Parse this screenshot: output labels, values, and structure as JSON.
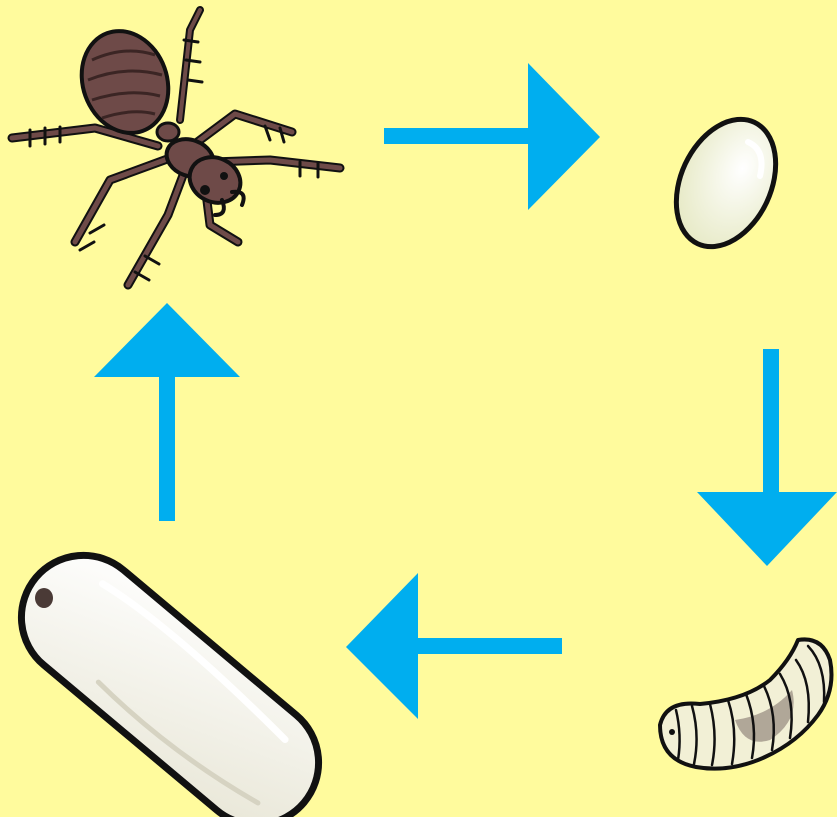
{
  "diagram": {
    "type": "life-cycle",
    "stages": [
      {
        "id": "adult-ant",
        "icon": "ant-icon"
      },
      {
        "id": "egg",
        "icon": "egg-icon"
      },
      {
        "id": "larva",
        "icon": "larva-icon"
      },
      {
        "id": "pupa",
        "icon": "cocoon-icon"
      }
    ],
    "arrows": [
      {
        "from": "adult-ant",
        "to": "egg",
        "direction": "right"
      },
      {
        "from": "egg",
        "to": "larva",
        "direction": "down"
      },
      {
        "from": "larva",
        "to": "pupa",
        "direction": "left"
      },
      {
        "from": "pupa",
        "to": "adult-ant",
        "direction": "up"
      }
    ]
  },
  "colors": {
    "background": "#FFFB9D",
    "arrow": "#00AEEF",
    "ant_body": "#6E4A48",
    "ant_dark": "#4A302F",
    "egg_fill": "#F6F8E1",
    "larva_fill": "#F2F0D6",
    "larva_shadow": "#9A8F83",
    "cocoon_fill": "#F7F7F0",
    "outline": "#111111"
  }
}
